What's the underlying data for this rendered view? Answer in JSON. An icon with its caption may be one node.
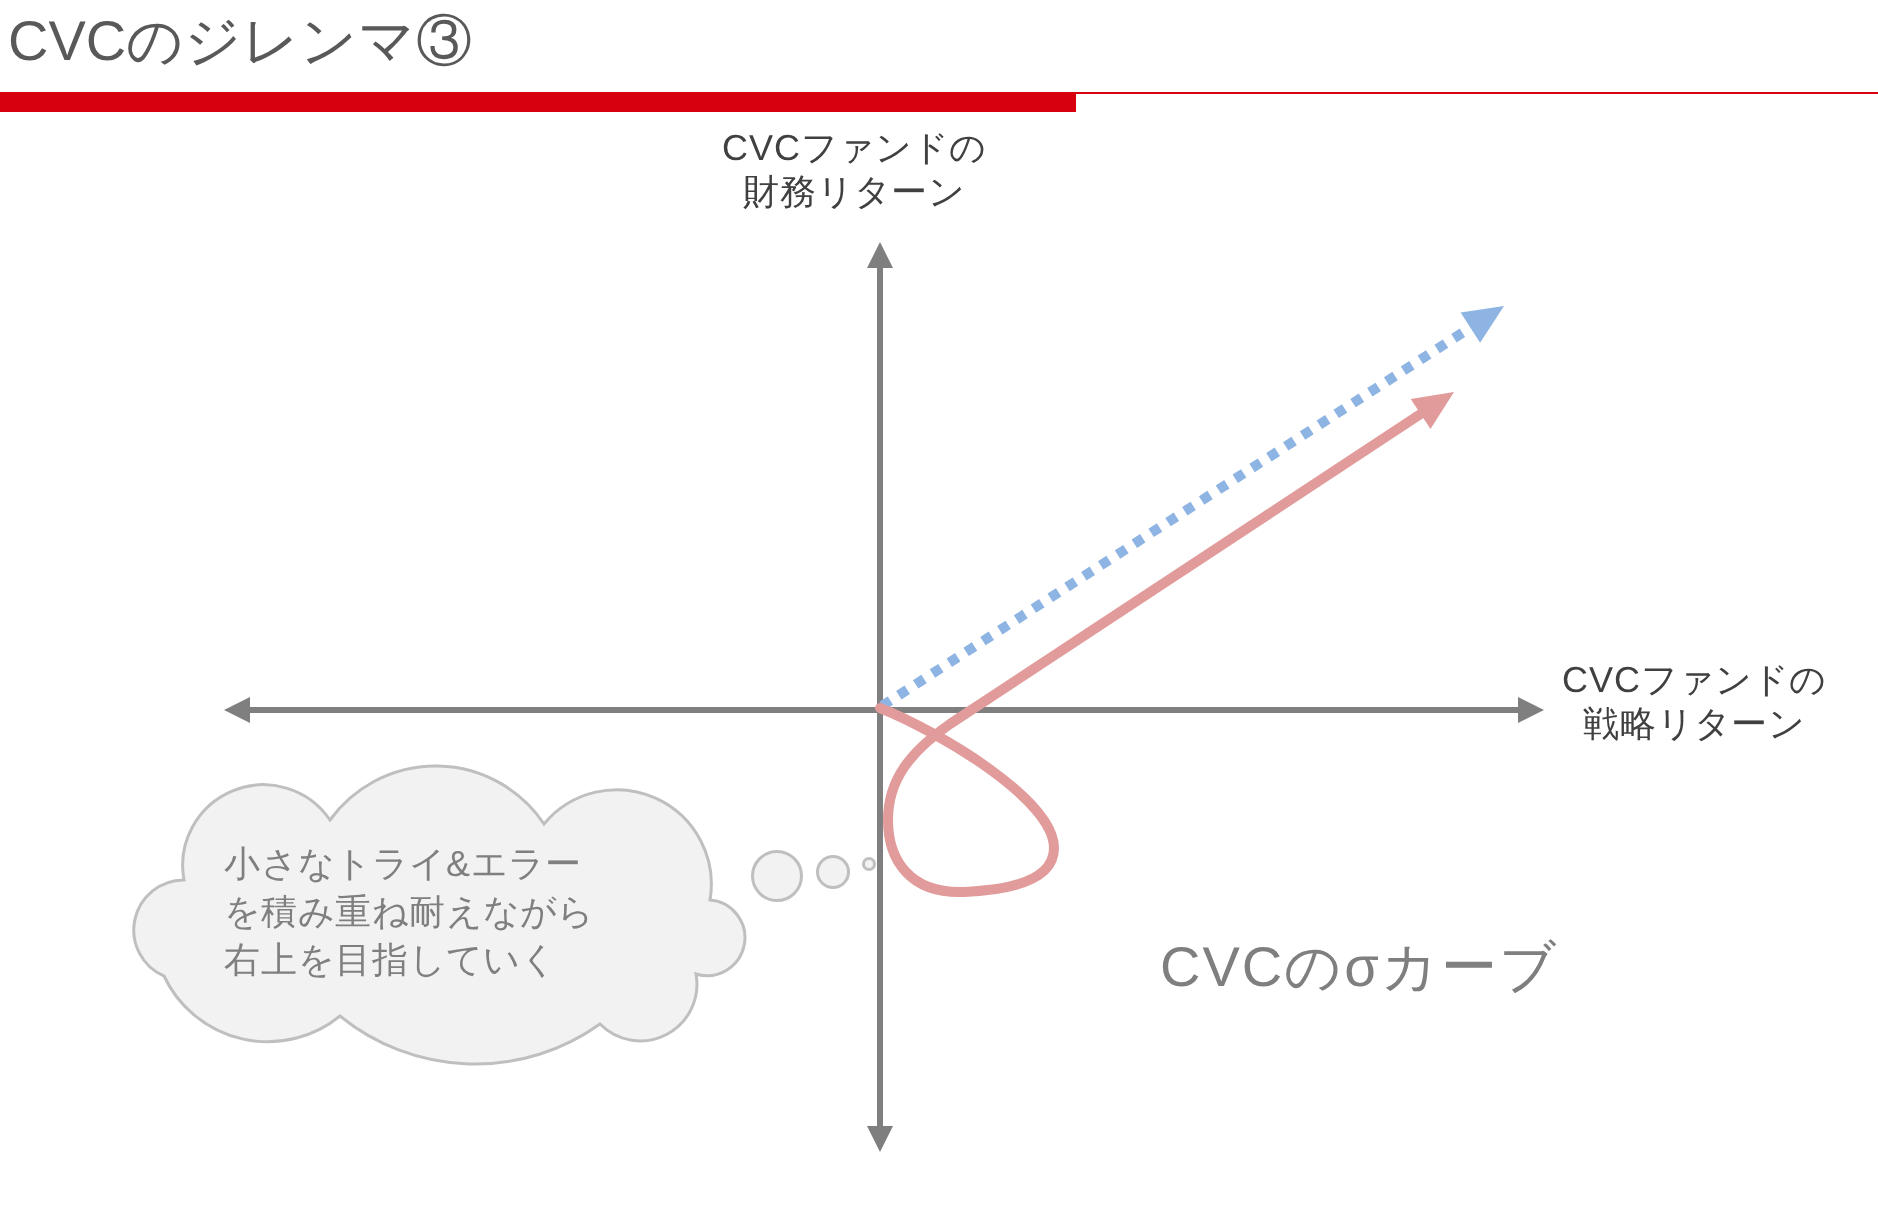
{
  "diagram": {
    "title": "CVCのジレンマ③",
    "nodes": [
      {
        "text": [
          "小さなトライ&エラーを積み重ね耐えながら右上を目指していく"
        ]
      }
    ],
    "labels": [
      "CVCファンドの財務リターン",
      "CVCファンドの戦略リターン",
      "CVCのσカーブ"
    ]
  }
}
